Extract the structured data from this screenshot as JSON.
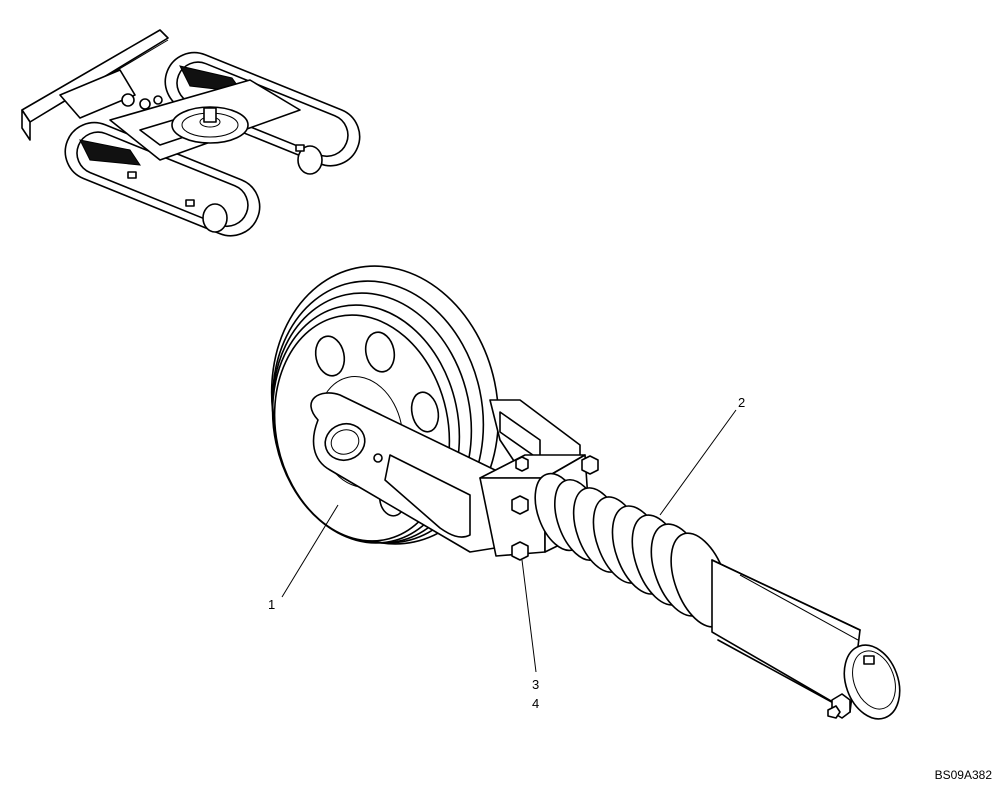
{
  "callouts": [
    {
      "id": "1",
      "text": "1"
    },
    {
      "id": "2",
      "text": "2"
    },
    {
      "id": "3",
      "text": "3"
    },
    {
      "id": "4",
      "text": "4"
    }
  ],
  "figure_code": "BS09A382"
}
